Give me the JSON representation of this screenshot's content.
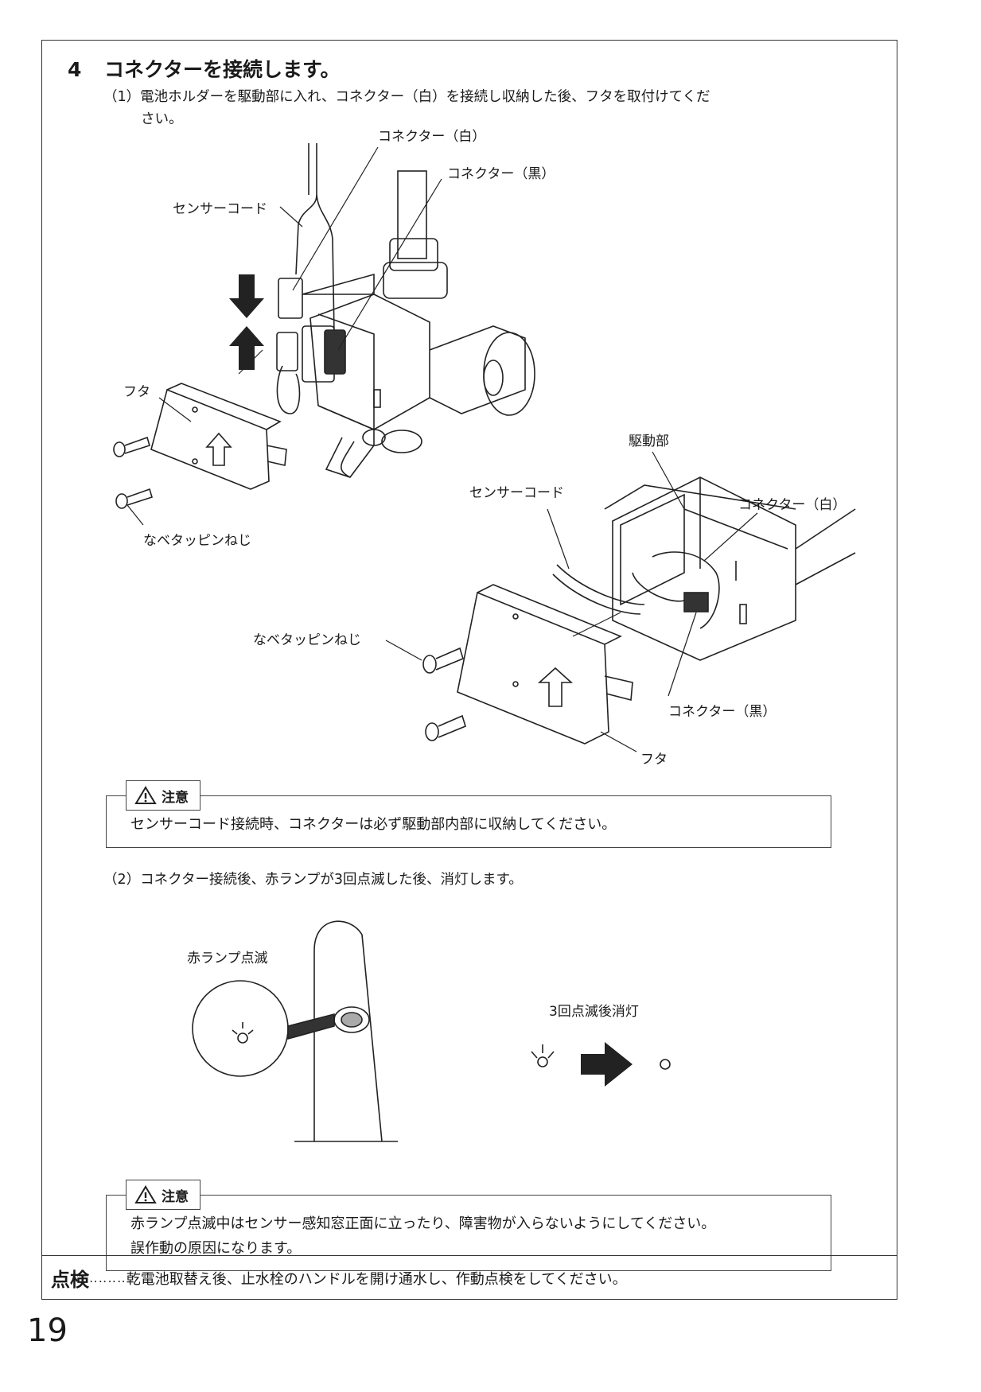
{
  "step": {
    "number": "4",
    "title": "コネクターを接続します。"
  },
  "sub1": {
    "marker": "（1）",
    "line1": "電池ホルダーを駆動部に入れ、コネクター（白）を接続し収納した後、フタを取付けてくだ",
    "line2": "さい。"
  },
  "figure1": {
    "connector_white": "コネクター（白）",
    "connector_black": "コネクター（黒）",
    "sensor_cord": "センサーコード",
    "cover": "フタ",
    "screw": "なベタッピンねじ"
  },
  "figure2": {
    "drive_unit": "駆動部",
    "sensor_cord": "センサーコード",
    "connector_white": "コネクター（白）",
    "screw": "なベタッピンねじ",
    "connector_black": "コネクター（黒）",
    "cover": "フタ"
  },
  "caution1": {
    "tab_label": "注意",
    "text": "センサーコード接続時、コネクターは必ず駆動部内部に収納してください。"
  },
  "sub2": {
    "marker": "（2）",
    "text": "コネクター接続後、赤ランプが3回点滅した後、消灯します。"
  },
  "figure3": {
    "lamp_label": "赤ランプ点滅",
    "result_label": "3回点滅後消灯"
  },
  "caution2": {
    "tab_label": "注意",
    "line1": "赤ランプ点滅中はセンサー感知窓正面に立ったり、障害物が入らないようにしてください。",
    "line2": "誤作動の原因になります。"
  },
  "check": {
    "title": "点検",
    "dots": "‥‥‥‥",
    "text": "乾電池取替え後、止水栓のハンドルを開け通水し、作動点検をしてください。"
  },
  "page_number": "19"
}
